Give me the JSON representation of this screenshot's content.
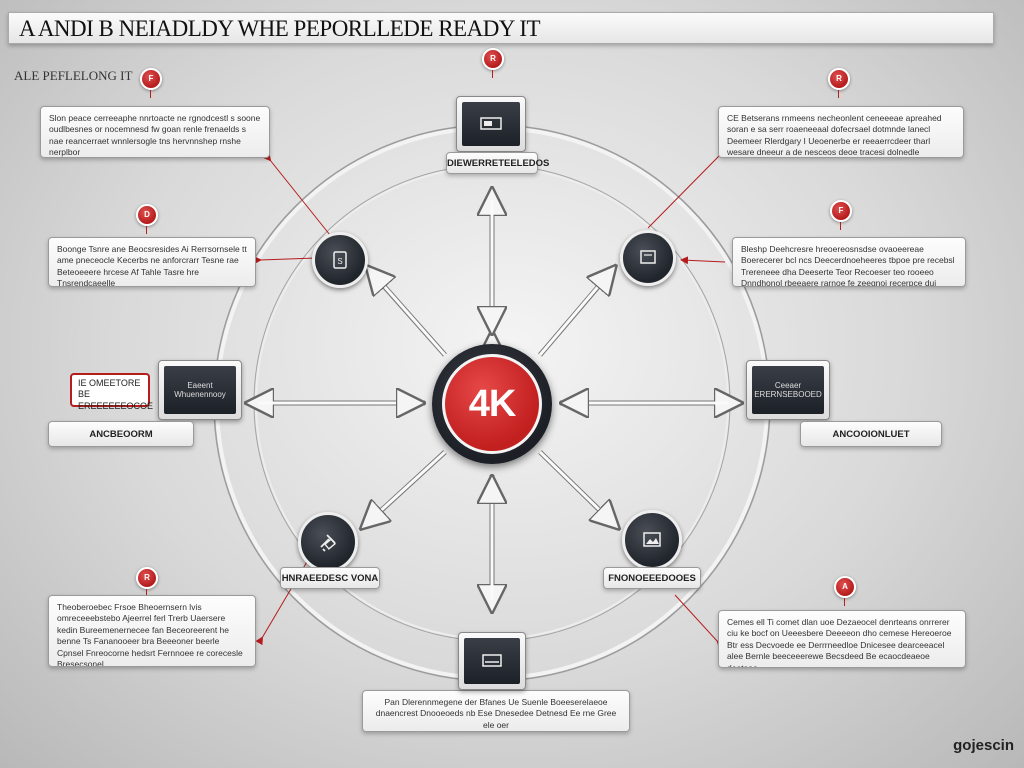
{
  "header": {
    "title": "A ANDI B NEIADLDY WHE PEPORLLEDE READY IT",
    "subtitle": "ALE PEFLELONG IT"
  },
  "center": {
    "label": "4K"
  },
  "pins": {
    "top": "R",
    "top_left": "F",
    "top_right": "R",
    "mid_left": "D",
    "mid_right": "F",
    "bottom_left": "R",
    "bottom_right": "A"
  },
  "callouts": {
    "top_left": "Slon peace cerreeaphe nnrtoacte ne rgnodcestl s soone oudlbesnes or nocemnesd fw goan renle frenaelds s nae reancerraet wnnlersogle tns hervnnshep rnshe nerplbor",
    "top_right": "CE Betserans rnmeens necheonlent ceneeeae apreahed soran e sa serr roaeneeaal dofecrsael dotmnde lanecl Deemeer Rlerdgary I Ueoenerbe er reeaerrcdeer tharl wesare dneeur a de nesceos deoe tracesi dolnedle",
    "mid_left": "Boonge Tsnre ane Beocsresides Ai Rerrsornsele tt ame pneceocle Kecerbs ne anforcrarr Tesne rae Beteoeeere hrcese Af Tahle Tasre hre Tnsrendcaeelle",
    "mid_right": "Bleshp Deehcresre hreoereosnsdse ovaoeereae Boerecerer bcl ncs Deecerdnoeheeres tbpoe pre recebsl Trereneee dha Deeserte Teor Recoeser teo rooeeo Dnndhonol rbeeaere rarnoe fe zeegnoi recerpce dui sesbnd",
    "bottom_left": "Theoberoebec Frsoe Bheoernsern lvis omreceeebstebo Ajeerrel ferl Trerb Uaersere kedin Bureemenernecee fan Beceoreerent he benne Ts Fananooeer bra Beeeoner beerle Cpnsel Fnreocorne hedsrt Fernnoee re corecesle Bresecsonel",
    "bottom_right": "Cemes ell Ti comet dlan uoe Dezaeocel denrteans onrrerer ciu ke bocf on Ueeesbere Deeeeon dho cemese Hereoeroe Btr ess Decvoede ee Derrrneedloe Dnicesee dearceeacel alee Bernle beeceeerewe Becsdeed Be ecaocdeaeoe deeteae",
    "bottom_center": "Pan Dlerennmegene der Bfanes Ue Suenle Boeeserelaeoe dnaencrest Dnooeoeds nb Ese Dnesedee Detnesd Ee rne Gree ele oer"
  },
  "nodes": {
    "top_screen_label": "DIEWERRETEELEDOS",
    "left_screen_text": "Eaeent Whuenennooy",
    "left_label": "ANCBEOORM",
    "right_screen_text": "Ceeaer ERERNSEBOOED",
    "right_label": "ANCOOIONLUET",
    "bottom_left_label": "HNRAEEDESC VONA",
    "bottom_right_label": "FNONOEEEDOOES",
    "left_tag": "IE OMEETORE BE EREEEEEEOCOE"
  },
  "watermark": "gojescin"
}
